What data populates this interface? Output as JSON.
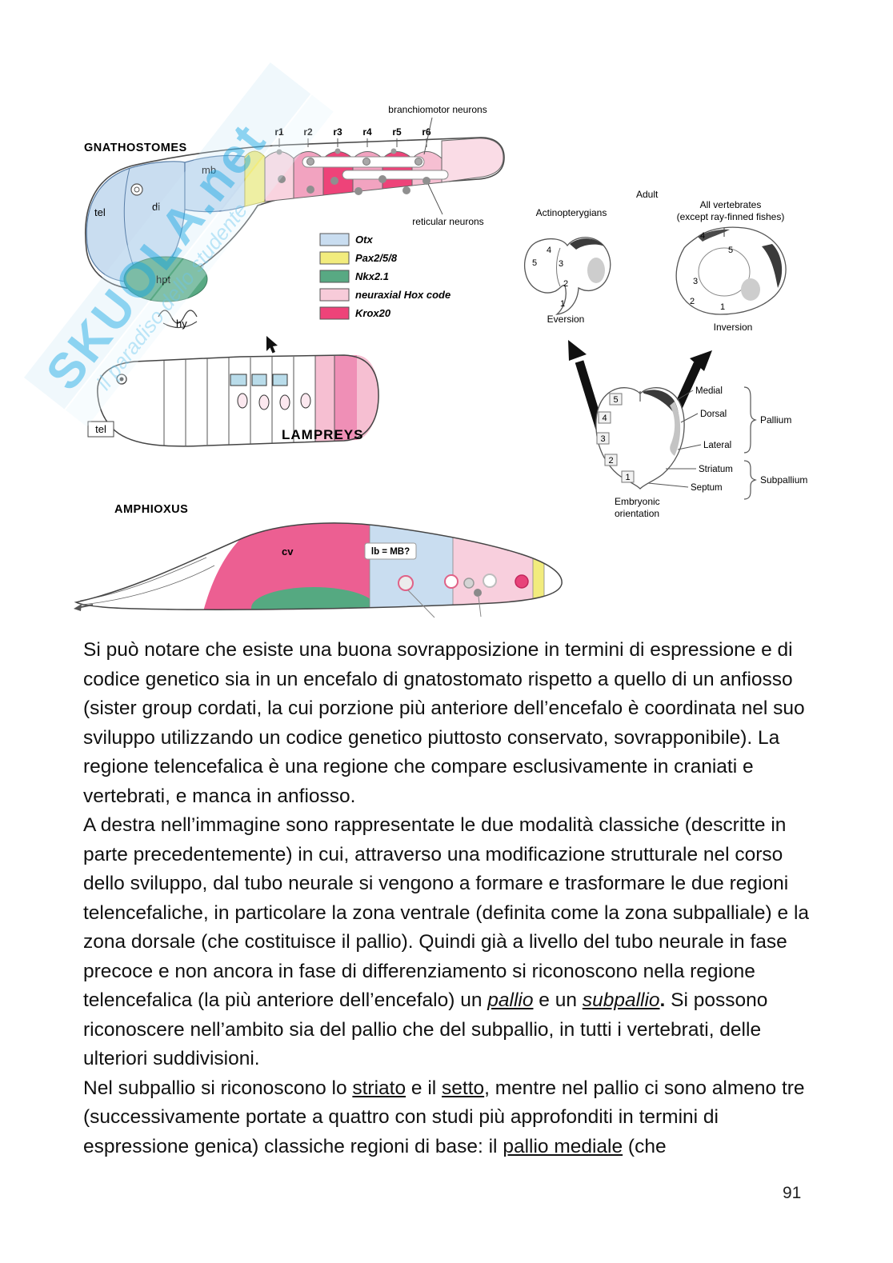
{
  "page": {
    "number": "91"
  },
  "watermark": {
    "brand": "SKUOLA.net",
    "tagline": "il paradiso dello studente",
    "color": "#41b6e8"
  },
  "figure": {
    "gnathostomes": {
      "title": "GNATHOSTOMES",
      "rhombomeres": [
        "r1",
        "r2",
        "r3",
        "r4",
        "r5",
        "r6"
      ],
      "labels": {
        "mb": "mb",
        "tel": "tel",
        "di": "di",
        "hpt": "hpt",
        "hy": "hy"
      },
      "annotations": {
        "branchiomotor": "branchiomotor neurons",
        "reticular": "reticular neurons"
      }
    },
    "legend": [
      {
        "label": "Otx",
        "color": "#c9ddf0"
      },
      {
        "label": "Pax2/5/8",
        "color": "#f2ec7d"
      },
      {
        "label": "Nkx2.1",
        "color": "#58a983"
      },
      {
        "label": "neuraxial Hox code",
        "color": "#f7cbd9"
      },
      {
        "label": "Krox20",
        "color": "#ee4379"
      }
    ],
    "lampreys": {
      "title": "LAMPREYS",
      "tel": "tel"
    },
    "amphioxus": {
      "title": "AMPHIOXUS",
      "cv": "cv",
      "lb": "lb = MB?"
    },
    "comparative": {
      "adult": "Adult",
      "actinopterygians": "Actinopterygians",
      "all_vertebrates_1": "All vertebrates",
      "all_vertebrates_2": "(except ray-finned fishes)",
      "eversion": "Eversion",
      "inversion": "Inversion",
      "embryonic_1": "Embryonic",
      "embryonic_2": "orientation",
      "regions": [
        "Medial",
        "Dorsal",
        "Lateral",
        "Striatum",
        "Septum"
      ],
      "pallium": "Pallium",
      "subpallium": "Subpallium",
      "numbers_eversion": [
        "4",
        "5",
        "3",
        "2",
        "1"
      ],
      "numbers_inversion": [
        "4",
        "5",
        "3",
        "2",
        "1"
      ],
      "numbers_embryonic": [
        "5",
        "4",
        "3",
        "2",
        "1"
      ]
    }
  },
  "body": {
    "paragraphs": [
      [
        {
          "t": "Si può notare che esiste una buona sovrapposizione in termini di espressione e di codice genetico sia in un encefalo di gnatostomato rispetto a quello di un anfiosso (sister group cordati, la cui porzione più anteriore dell’encefalo è coordinata nel suo sviluppo utilizzando un codice genetico piuttosto conservato, sovrapponibile). La regione telencefalica è una regione che compare esclusivamente in craniati e vertebrati, e manca in anfiosso."
        }
      ],
      [
        {
          "t": "A destra nell’immagine sono rappresentate le due modalità classiche (descritte in parte precedentemente) in cui, attraverso una modificazione strutturale nel corso dello sviluppo, dal tubo neurale si vengono a formare e trasformare le due regioni telencefaliche, in particolare la zona ventrale (definita come la zona subpalliale) e la zona dorsale (che costituisce il pallio). Quindi già a livello del tubo neurale in fase precoce e non ancora in fase di differenziamento si riconoscono nella regione telencefalica (la più anteriore dell’encefalo) un "
        },
        {
          "t": "pallio",
          "s": "i u"
        },
        {
          "t": " e un "
        },
        {
          "t": "subpallio",
          "s": "i u"
        },
        {
          "t": ".",
          "s": "b"
        },
        {
          "t": " Si possono riconoscere nell’ambito sia del pallio che del subpallio, in tutti i vertebrati, delle ulteriori suddivisioni."
        }
      ],
      [
        {
          "t": "Nel subpallio si riconoscono lo "
        },
        {
          "t": "striato",
          "s": "u"
        },
        {
          "t": " e il "
        },
        {
          "t": "setto",
          "s": "u"
        },
        {
          "t": ", mentre nel pallio ci sono almeno tre (successivamente portate a quattro con studi più approfonditi in termini di espressione genica) classiche regioni di base: il "
        },
        {
          "t": "pallio mediale",
          "s": "u"
        },
        {
          "t": " (che"
        }
      ]
    ]
  }
}
